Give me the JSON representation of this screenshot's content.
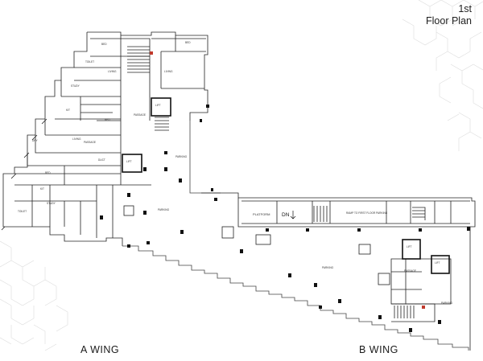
{
  "title": {
    "line1": "1st",
    "line2": "Floor Plan"
  },
  "wings": {
    "a": "A WING",
    "b": "B WING"
  },
  "plan_labels": {
    "parking": "PARKING",
    "passage": "PASSAGE",
    "platform": "PLATFORM",
    "dn": "DN",
    "lift": "LIFT",
    "duct": "DUCT",
    "bed": "BED",
    "study": "STUDY",
    "living": "LIVING",
    "toilet": "TOILET",
    "kitchen": "KIT",
    "dry": "DRY",
    "ramp": "RAMP TO FIRST FLOOR PARKING"
  },
  "colors": {
    "line": "#222222",
    "light_line": "#9a9a9a",
    "pattern": "#d8d8d8",
    "ink": "#111111"
  }
}
